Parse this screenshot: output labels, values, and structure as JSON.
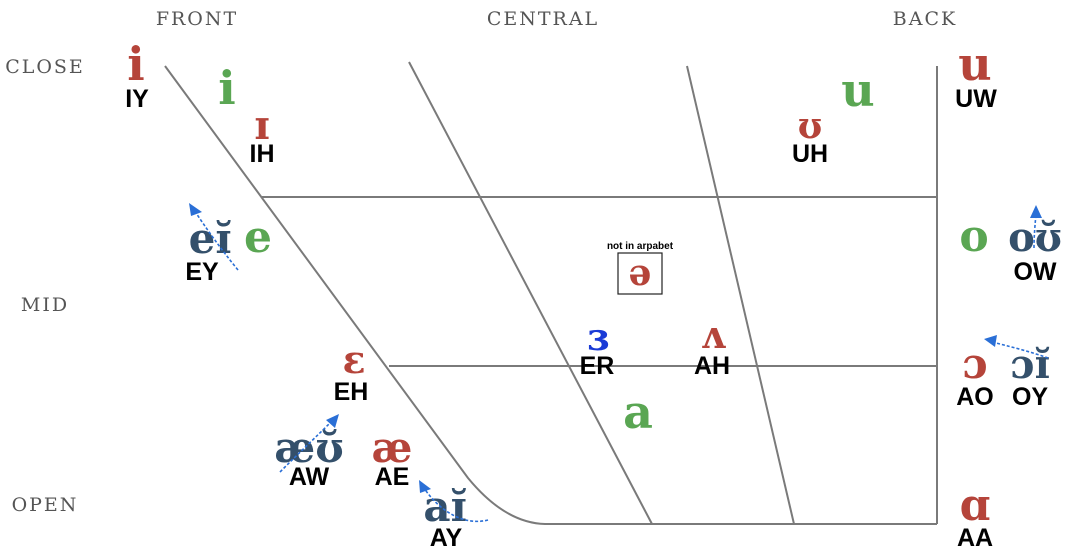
{
  "columns": {
    "front": "FRONT",
    "central": "CENTRAL",
    "back": "BACK"
  },
  "rows": {
    "close": "CLOSE",
    "mid": "MID",
    "open": "OPEN"
  },
  "colors": {
    "arpabet": "#b5443a",
    "other": "#5aa653",
    "diphthong": "#34506b",
    "er": "#1a3bd6",
    "arrow": "#2a6fd6",
    "grid": "#7a7a7a"
  },
  "vowels": [
    {
      "id": "iy",
      "symbol": "i",
      "arpabet": "IY",
      "kind": "arpabet"
    },
    {
      "id": "i-green",
      "symbol": "i",
      "arpabet": "",
      "kind": "other"
    },
    {
      "id": "ih",
      "symbol": "ɪ",
      "arpabet": "IH",
      "kind": "arpabet"
    },
    {
      "id": "uw",
      "symbol": "u",
      "arpabet": "UW",
      "kind": "arpabet"
    },
    {
      "id": "u-green",
      "symbol": "u",
      "arpabet": "",
      "kind": "other"
    },
    {
      "id": "uh",
      "symbol": "ʊ",
      "arpabet": "UH",
      "kind": "arpabet"
    },
    {
      "id": "ey",
      "symbol": "eɪ̆",
      "arpabet": "EY",
      "kind": "diphthong"
    },
    {
      "id": "e-green",
      "symbol": "e",
      "arpabet": "",
      "kind": "other"
    },
    {
      "id": "schwa",
      "symbol": "ə",
      "arpabet": "",
      "kind": "arpabet",
      "note": "not in arpabet"
    },
    {
      "id": "o-green",
      "symbol": "o",
      "arpabet": "",
      "kind": "other"
    },
    {
      "id": "ow",
      "symbol": "oʊ̆",
      "arpabet": "OW",
      "kind": "diphthong"
    },
    {
      "id": "er",
      "symbol": "ɜ",
      "arpabet": "ER",
      "kind": "er"
    },
    {
      "id": "ah",
      "symbol": "ʌ",
      "arpabet": "AH",
      "kind": "arpabet"
    },
    {
      "id": "eh",
      "symbol": "ɛ",
      "arpabet": "EH",
      "kind": "arpabet"
    },
    {
      "id": "ao",
      "symbol": "ɔ",
      "arpabet": "AO",
      "kind": "arpabet"
    },
    {
      "id": "oy",
      "symbol": "ɔɪ̆",
      "arpabet": "OY",
      "kind": "diphthong"
    },
    {
      "id": "a-green",
      "symbol": "a",
      "arpabet": "",
      "kind": "other"
    },
    {
      "id": "aw",
      "symbol": "æʊ̆",
      "arpabet": "AW",
      "kind": "diphthong"
    },
    {
      "id": "ae",
      "symbol": "æ",
      "arpabet": "AE",
      "kind": "arpabet"
    },
    {
      "id": "ay",
      "symbol": "aɪ̆",
      "arpabet": "AY",
      "kind": "diphthong"
    },
    {
      "id": "aa",
      "symbol": "ɑ",
      "arpabet": "AA",
      "kind": "arpabet"
    }
  ]
}
